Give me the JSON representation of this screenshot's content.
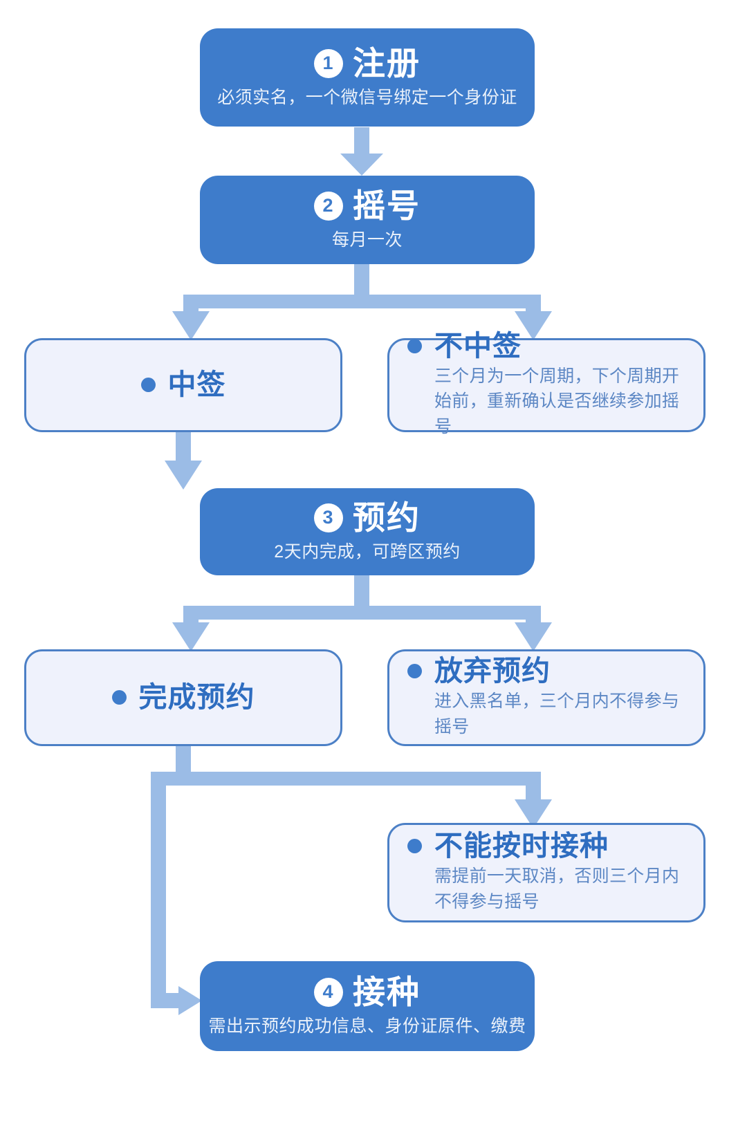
{
  "meta": {
    "title": "疫苗预约接种流程图",
    "colors": {
      "primary": "#3E7CCB",
      "box_fill_light": "#EFF2FC",
      "box_border_light": "#4C80C6",
      "connector": "#9BBCE6",
      "title_text": "#2E6DC0",
      "body_text": "#5C87C4",
      "background": "#FFFFFF"
    }
  },
  "steps": [
    {
      "number": "1",
      "title": "注册",
      "subtitle": "必须实名，一个微信号绑定一个身份证"
    },
    {
      "number": "2",
      "title": "摇号",
      "subtitle": "每月一次"
    },
    {
      "number": "3",
      "title": "预约",
      "subtitle": "2天内完成，可跨区预约"
    },
    {
      "number": "4",
      "title": "接种",
      "subtitle": "需出示预约成功信息、身份证原件、缴费"
    }
  ],
  "outcomes": {
    "lottery_win": {
      "title": "中签",
      "body": ""
    },
    "lottery_lose": {
      "title": "不中签",
      "body": "三个月为一个周期，下个周期开始前，重新确认是否继续参加摇号"
    },
    "booking_done": {
      "title": "完成预约",
      "body": ""
    },
    "booking_abandon": {
      "title": "放弃预约",
      "body": "进入黑名单，三个月内不得参与摇号"
    },
    "cannot_attend": {
      "title": "不能按时接种",
      "body": "需提前一天取消，否则三个月内不得参与摇号"
    }
  },
  "icons": {
    "bullet": "bullet-dot-icon",
    "arrow_down": "arrow-down-icon",
    "arrow_right": "arrow-right-icon"
  }
}
